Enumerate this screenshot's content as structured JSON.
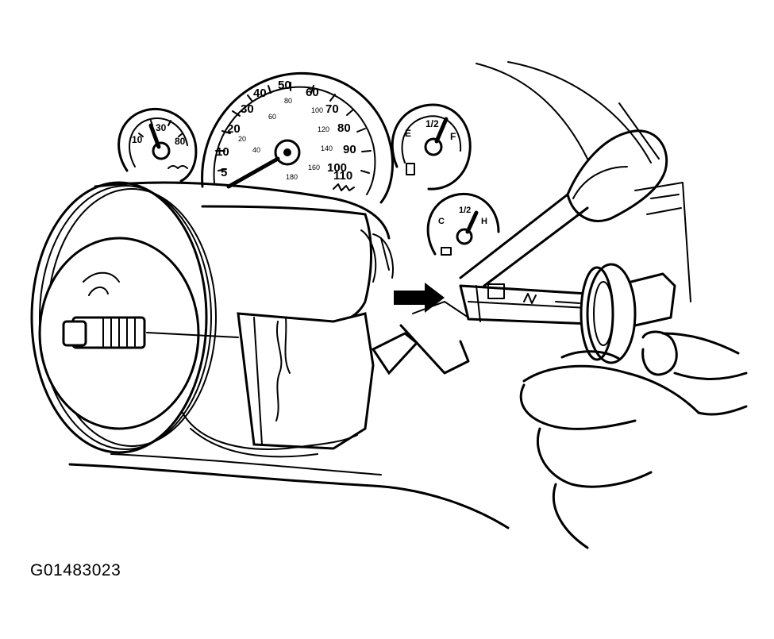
{
  "figure": {
    "id": "G01483023"
  },
  "gauges": {
    "speedometer": {
      "labels": [
        "5",
        "10",
        "20",
        "30",
        "40",
        "50",
        "60",
        "70",
        "80",
        "90",
        "100",
        "110"
      ],
      "inner_labels": [
        "20",
        "40",
        "60",
        "80",
        "100",
        "120",
        "140",
        "160",
        "180"
      ]
    },
    "tachometer": {
      "labels": [
        "10",
        "30",
        "80"
      ]
    },
    "fuel_gauge": {
      "labels": [
        "E",
        "1/2",
        "F"
      ]
    },
    "temp_gauge": {
      "labels": [
        "C",
        "1/2",
        "H"
      ]
    }
  },
  "icons": [
    "speedometer-icon",
    "tachometer-icon",
    "fuel-gauge-icon",
    "temp-gauge-icon",
    "steering-column-icon",
    "direction-arrow-icon",
    "hand-icon",
    "ignition-cylinder-icon"
  ]
}
